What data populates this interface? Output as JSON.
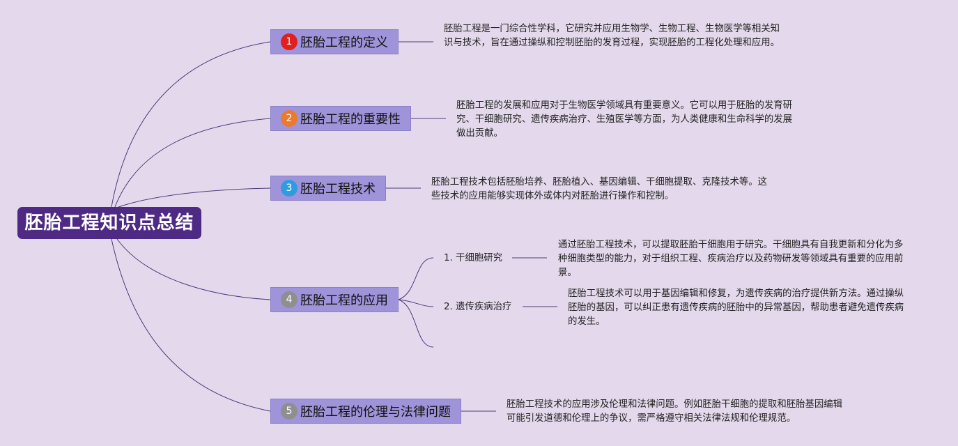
{
  "root": {
    "title": "胚胎工程知识点总结"
  },
  "branches": [
    {
      "num": "1",
      "color": "#e02020",
      "label": "胚胎工程的定义",
      "desc": "胚胎工程是一门综合性学科，它研究并应用生物学、生物工程、生物医学等相关知识与技术，旨在通过操纵和控制胚胎的发育过程，实现胚胎的工程化处理和应用。"
    },
    {
      "num": "2",
      "color": "#ea7a2e",
      "label": "胚胎工程的重要性",
      "desc": "胚胎工程的发展和应用对于生物医学领域具有重要意义。它可以用于胚胎的发育研究、干细胞研究、遗传疾病治疗、生殖医学等方面，为人类健康和生命科学的发展做出贡献。"
    },
    {
      "num": "3",
      "color": "#2f9be0",
      "label": "胚胎工程技术",
      "desc": "胚胎工程技术包括胚胎培养、胚胎植入、基因编辑、干细胞提取、克隆技术等。这些技术的应用能够实现体外或体内对胚胎进行操作和控制。"
    },
    {
      "num": "4",
      "color": "#8f8f8f",
      "label": "胚胎工程的应用",
      "subs": [
        {
          "label": "1. 干细胞研究",
          "desc": "通过胚胎工程技术，可以提取胚胎干细胞用于研究。干细胞具有自我更新和分化为多种细胞类型的能力，对于组织工程、疾病治疗以及药物研发等领域具有重要的应用前景。"
        },
        {
          "label": "2. 遗传疾病治疗",
          "desc": "胚胎工程技术可以用于基因编辑和修复，为遗传疾病的治疗提供新方法。通过操纵胚胎的基因，可以纠正患有遗传疾病的胚胎中的异常基因，帮助患者避免遗传疾病的发生。"
        }
      ]
    },
    {
      "num": "5",
      "color": "#8f8f8f",
      "label": "胚胎工程的伦理与法律问题",
      "desc": "胚胎工程技术的应用涉及伦理和法律问题。例如胚胎干细胞的提取和胚胎基因编辑可能引发道德和伦理上的争议，需严格遵守相关法律法规和伦理规范。"
    }
  ],
  "colors": {
    "background": "#e4d9ec",
    "root": "#4e2a84",
    "branch": "#9f93d9",
    "line": "#5a4a8a"
  }
}
